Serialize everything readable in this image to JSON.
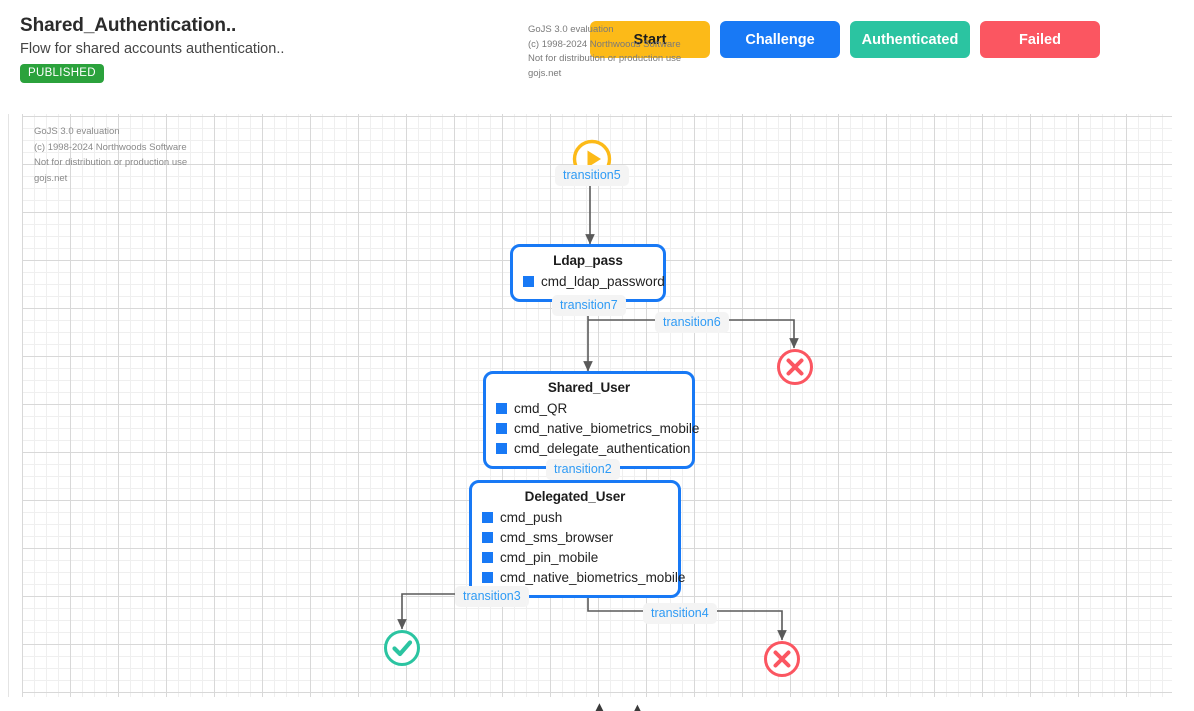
{
  "header": {
    "title": "Shared_Authentication..",
    "subtitle": "Flow for shared accounts authentication..",
    "status_badge": "PUBLISHED",
    "watermark": "GoJS 3.0 evaluation\n(c) 1998-2024 Northwoods Software\nNot for distribution or production use\ngojs.net",
    "buttons": [
      {
        "label": "Start",
        "color": "#fcba18",
        "text_color": "#1d1d1d"
      },
      {
        "label": "Challenge",
        "color": "#1879f5",
        "text_color": "#ffffff"
      },
      {
        "label": "Authenticated",
        "color": "#2bc4a1",
        "text_color": "#ffffff"
      },
      {
        "label": "Failed",
        "color": "#fb5661",
        "text_color": "#ffffff"
      }
    ]
  },
  "canvas": {
    "watermark": "GoJS 3.0 evaluation\n(c) 1998-2024 Northwoods Software\nNot for distribution or production use\ngojs.net",
    "grid": "on",
    "accent_color": "#1879f5",
    "start_color": "#fcba18",
    "success_color": "#2bc4a1",
    "failure_color": "#fb5661"
  },
  "diagram": {
    "start_node": {
      "name": "start",
      "icon": "play-circle-icon"
    },
    "nodes": [
      {
        "id": "ldap_pass",
        "title": "Ldap_pass",
        "ports": [
          "cmd_ldap_password"
        ]
      },
      {
        "id": "shared_user",
        "title": "Shared_User",
        "ports": [
          "cmd_QR",
          "cmd_native_biometrics_mobile",
          "cmd_delegate_authentication"
        ]
      },
      {
        "id": "delegated_user",
        "title": "Delegated_User",
        "ports": [
          "cmd_push",
          "cmd_sms_browser",
          "cmd_pin_mobile",
          "cmd_native_biometrics_mobile"
        ]
      }
    ],
    "end_nodes": [
      {
        "id": "fail_top",
        "icon": "x-circle-icon",
        "kind": "failed"
      },
      {
        "id": "success_bottom",
        "icon": "check-circle-icon",
        "kind": "authenticated"
      },
      {
        "id": "fail_bottom",
        "icon": "x-circle-icon",
        "kind": "failed"
      }
    ],
    "transitions": [
      {
        "label": "transition5"
      },
      {
        "label": "transition7"
      },
      {
        "label": "transition6"
      },
      {
        "label": "transition2"
      },
      {
        "label": "transition3"
      },
      {
        "label": "transition4"
      }
    ]
  }
}
